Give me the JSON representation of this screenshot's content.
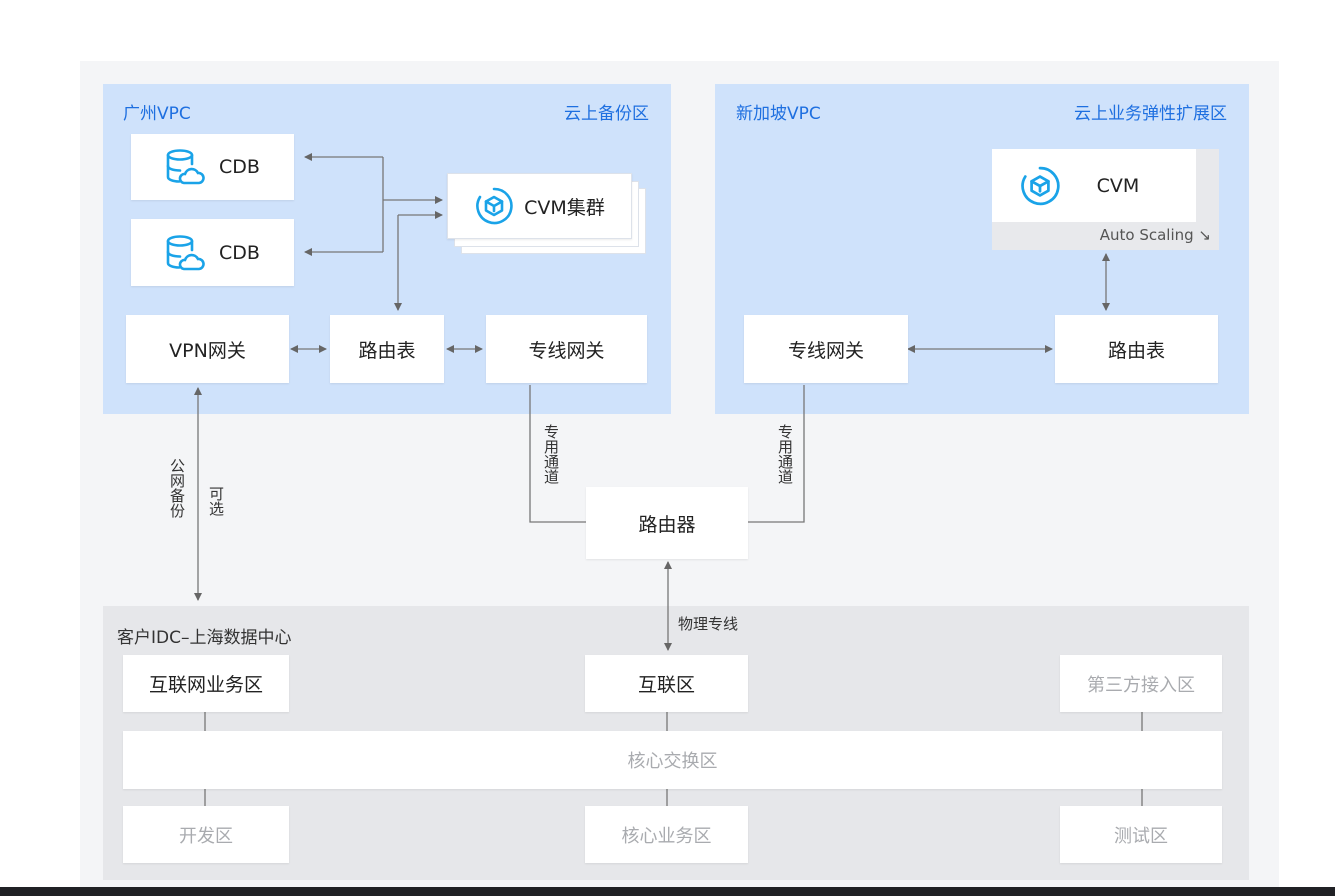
{
  "zones": {
    "guangzhou": {
      "title": "广州VPC",
      "subtitle": "云上备份区"
    },
    "singapore": {
      "title": "新加坡VPC",
      "subtitle": "云上业务弹性扩展区"
    },
    "idc": {
      "title": "客户IDC–上海数据中心"
    }
  },
  "guangzhou": {
    "cdb1": "CDB",
    "cdb2": "CDB",
    "cvm_cluster": "CVM集群",
    "vpn_gateway": "VPN网关",
    "route_table": "路由表",
    "direct_gateway": "专线网关"
  },
  "singapore": {
    "cvm": "CVM",
    "auto_scaling": "Auto Scaling",
    "direct_gateway": "专线网关",
    "route_table": "路由表"
  },
  "links": {
    "public_backup": "公网备份",
    "optional": "可选",
    "dedicated_left": "专用通道",
    "dedicated_right": "专用通道",
    "physical_line": "物理专线"
  },
  "router": "路由器",
  "idc": {
    "internet_business": "互联网业务区",
    "interconnect": "互联区",
    "third_party": "第三方接入区",
    "core_switch": "核心交换区",
    "dev": "开发区",
    "core_business": "核心业务区",
    "test": "测试区"
  },
  "colors": {
    "blue_zone": "#cfe2fb",
    "gray_zone": "#e6e7ea",
    "accent": "#1e6fe0",
    "icon": "#1aa3e8"
  },
  "icons": {
    "database": "database-cloud-icon",
    "cvm": "cvm-cube-icon"
  }
}
